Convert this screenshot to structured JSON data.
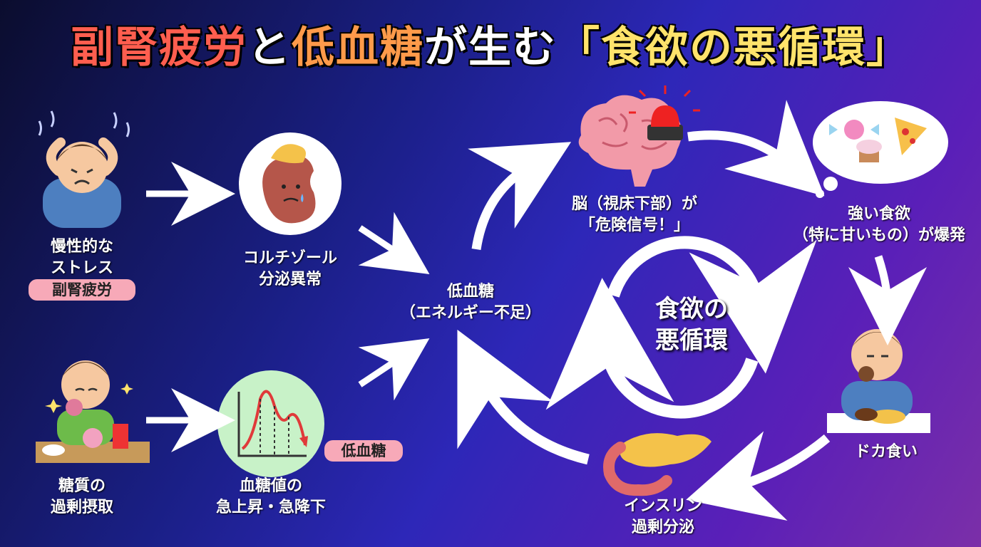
{
  "title": {
    "part1": "副腎疲労",
    "part2": "と",
    "part3": "低血糖",
    "part4": "が生む",
    "part5": "「食欲の悪循環」"
  },
  "nodes": {
    "stress": {
      "line1": "慢性的な",
      "line2": "ストレス",
      "tag": "副腎疲労"
    },
    "cortisol": {
      "line1": "コルチゾール",
      "line2": "分泌異常"
    },
    "sugar_intake": {
      "line1": "糖質の",
      "line2": "過剰摂取"
    },
    "glucose_spike": {
      "line1": "血糖値の",
      "line2": "急上昇・急降下",
      "tag": "低血糖"
    },
    "hypoglycemia": {
      "line1": "低血糖",
      "line2": "（エネルギー不足）"
    },
    "brain": {
      "line1": "脳（視床下部）が",
      "line2": "「危険信号！」"
    },
    "craving": {
      "line1": "強い食欲",
      "line2": "（特に甘いもの）が爆発"
    },
    "binge": {
      "line1": "ドカ食い"
    },
    "insulin": {
      "line1": "インスリン",
      "line2": "過剰分泌"
    }
  },
  "cycle": {
    "line1": "食欲の",
    "line2": "悪循環"
  }
}
